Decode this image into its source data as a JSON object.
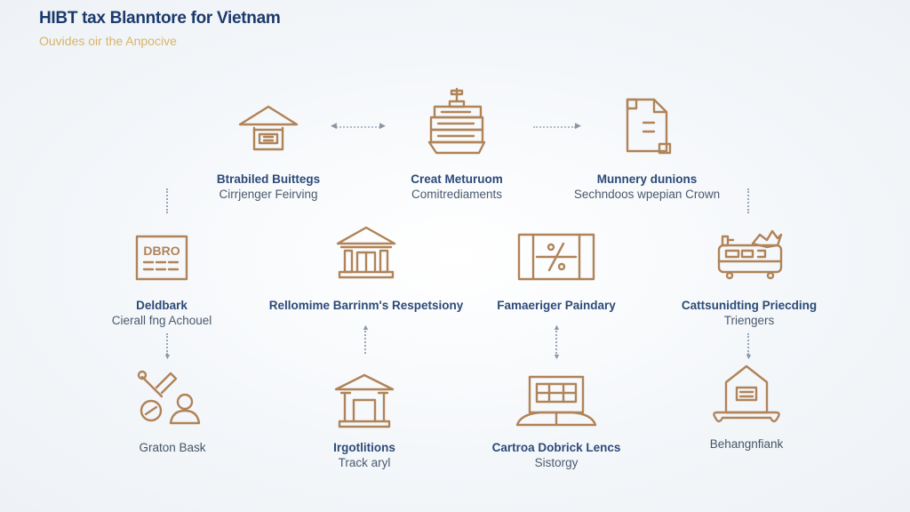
{
  "header": {
    "title": "HIBT tax Blanntore for Vietnam",
    "subtitle": "Ouvides oir the Anpocive"
  },
  "colors": {
    "icon": "#b08358",
    "title": "#1b3a6b",
    "subtitle": "#d8b46a",
    "label": "#2c4a78"
  },
  "nodes": [
    {
      "id": "n1",
      "icon": "house-tax-form-icon",
      "label": "Btrabiled Buittegs",
      "sub": "Cirrjenger Feirving"
    },
    {
      "id": "n2",
      "icon": "cruise-ship-icon",
      "label": "Creat Meturuom",
      "sub": "Comitrediaments"
    },
    {
      "id": "n3",
      "icon": "document-icon",
      "label": "Munnery dunions",
      "sub": "Sechndoos wpepian Crown"
    },
    {
      "id": "n4",
      "icon": "dbro-card-icon",
      "icon_text": "DBRO",
      "label": "Deldbark",
      "sub": "Cierall fng Achouel"
    },
    {
      "id": "n5",
      "icon": "bank-building-icon",
      "label": "Rellomime Barrinm's Respetsiony",
      "sub": ""
    },
    {
      "id": "n6",
      "icon": "percent-board-icon",
      "label": "Famaeriger Paindary",
      "sub": ""
    },
    {
      "id": "n7",
      "icon": "bus-icon",
      "label": "Cattsunidting Priecding",
      "sub": "Triengers"
    },
    {
      "id": "n8",
      "icon": "magnifier-person-icon",
      "label": "Graton Bask",
      "sub": ""
    },
    {
      "id": "n9",
      "icon": "bank-building-icon",
      "label": "Irgotlitions",
      "sub": "Track aryl"
    },
    {
      "id": "n10",
      "icon": "laptop-icon",
      "label": "Cartroa Dobrick Lencs",
      "sub": "Sistorgy"
    },
    {
      "id": "n11",
      "icon": "house-scroll-icon",
      "label": "Behangnfiank",
      "sub": ""
    }
  ]
}
